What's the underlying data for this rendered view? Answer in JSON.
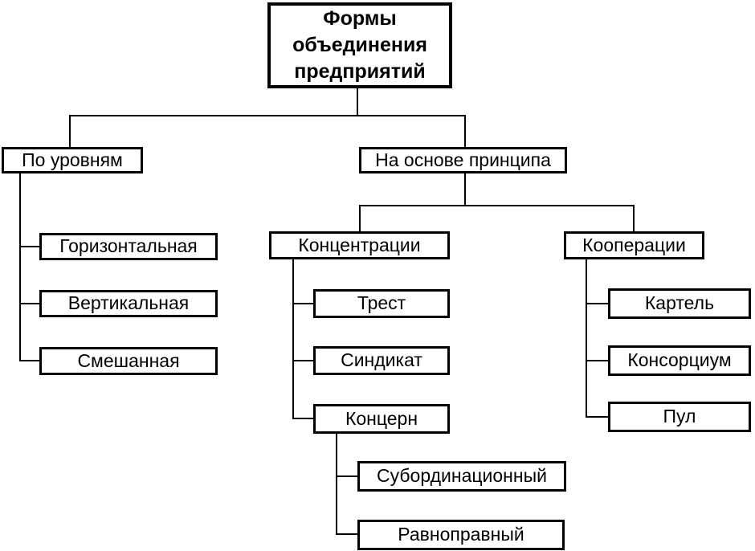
{
  "diagram": {
    "type": "tree",
    "language": "ru",
    "colors": {
      "background": "#ffffff",
      "line": "#000000",
      "border": "#000000",
      "text": "#000000"
    },
    "root": {
      "label": "Формы объединения предприятий",
      "children": [
        {
          "label": "По уровням",
          "children": [
            {
              "label": "Горизонтальная"
            },
            {
              "label": "Вертикальная"
            },
            {
              "label": "Смешанная"
            }
          ]
        },
        {
          "label": "На основе принципа",
          "children": [
            {
              "label": "Концентрации",
              "children": [
                {
                  "label": "Трест"
                },
                {
                  "label": "Синдикат"
                },
                {
                  "label": "Концерн",
                  "children": [
                    {
                      "label": "Субординационный"
                    },
                    {
                      "label": "Равноправный"
                    }
                  ]
                }
              ]
            },
            {
              "label": "Кооперации",
              "children": [
                {
                  "label": "Картель"
                },
                {
                  "label": "Консорциум"
                },
                {
                  "label": "Пул"
                }
              ]
            }
          ]
        }
      ]
    }
  }
}
